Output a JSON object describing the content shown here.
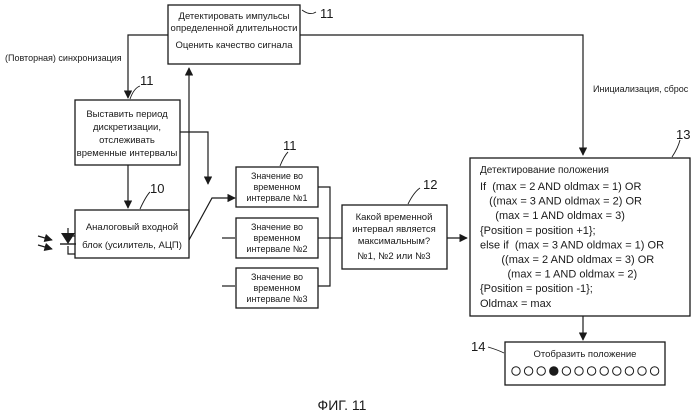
{
  "boxes": {
    "detect_pulses": {
      "line1": "Детектировать импульсы",
      "line2": "определенной длительности",
      "line3": "Оценить качество сигнала",
      "ref": "11"
    },
    "sampling": {
      "line1": "Выставить период",
      "line2": "дискретизации,",
      "line3": "отслеживать",
      "line4": "временные интервалы",
      "ref": "11"
    },
    "analog": {
      "line1": "Аналоговый входной",
      "line2": "блок (усилитель, АЦП)",
      "ref": "10"
    },
    "interval1": {
      "line1": "Значение во",
      "line2": "временном",
      "line3": "интервале №1",
      "ref": "11"
    },
    "interval2": {
      "line1": "Значение во",
      "line2": "временном",
      "line3": "интервале №2"
    },
    "interval3": {
      "line1": "Значение во",
      "line2": "временном",
      "line3": "интервале №3"
    },
    "max_question": {
      "line1": "Какой временной",
      "line2": "интервал является",
      "line3": "максимальным?",
      "line4": "№1, №2 или №3",
      "ref": "12"
    },
    "position_detect": {
      "title": "Детектирование положения",
      "code": [
        "If  (max = 2 AND oldmax = 1) OR",
        "   ((max = 3 AND oldmax = 2) OR",
        "     (max = 1 AND oldmax = 3)",
        "{Position = position +1};",
        "else if  (max = 3 AND oldmax = 1) OR",
        "       ((max = 2 AND oldmax = 3) OR",
        "         (max = 1 AND oldmax = 2)",
        "{Position = position -1};",
        "Oldmax = max"
      ],
      "ref": "13"
    },
    "display": {
      "title": "Отобразить положение",
      "ref": "14",
      "led_count": 12,
      "active_led": 4
    }
  },
  "labels": {
    "resync": "(Повторная) синхронизация",
    "init_reset": "Инициализация, сброс"
  },
  "caption": "ФИГ. 11"
}
